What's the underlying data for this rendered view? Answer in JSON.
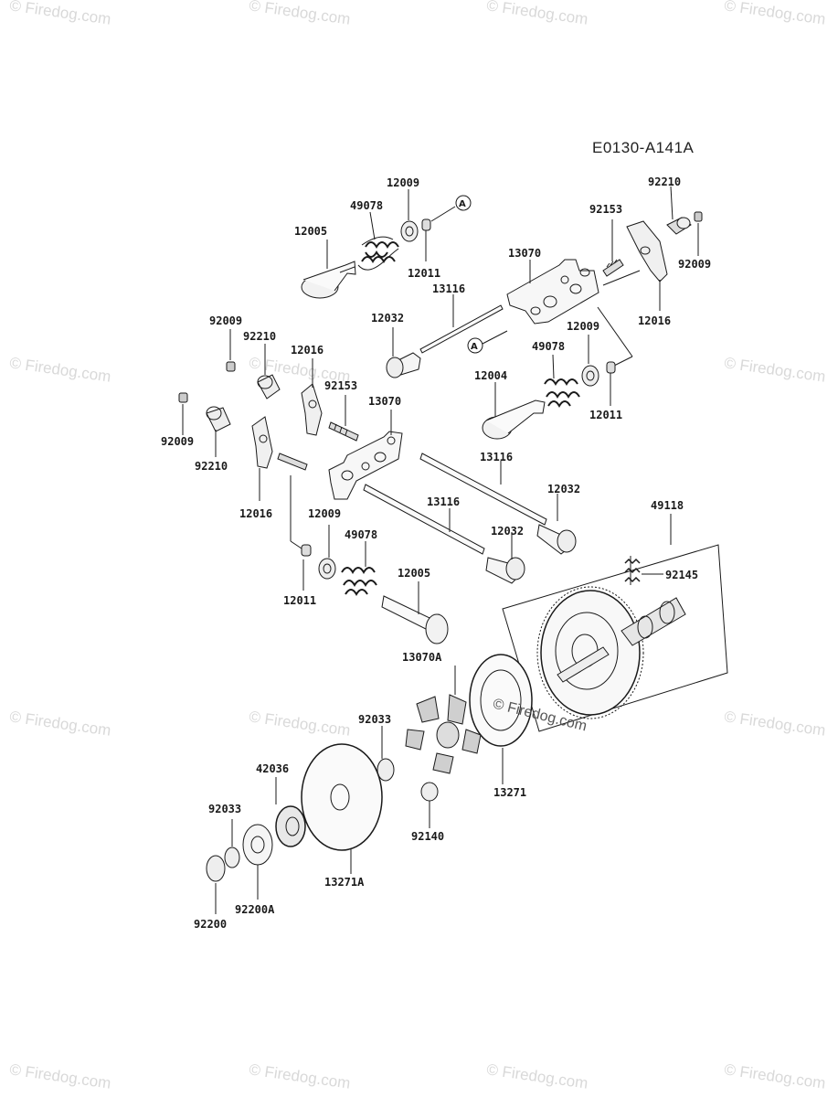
{
  "diagram_code": "E0130-A141A",
  "watermark": "© Firedog.com",
  "center_watermark": "© Firedog.com",
  "ref_marker": "A",
  "labels": {
    "l12005a": "12005",
    "l49078a": "49078",
    "l12009a": "12009",
    "l12011a": "12011",
    "l13116a": "13116",
    "l12032a": "12032",
    "l13070a": "13070",
    "l92153a": "92153",
    "l92210a": "92210",
    "l92009a": "92009",
    "l12016a": "12016",
    "l12009b": "12009",
    "l49078b": "49078",
    "l12004": "12004",
    "l12011b": "12011",
    "l92009b": "92009",
    "l92210b": "92210",
    "l12016b": "12016",
    "l92153b": "92153",
    "l13070b": "13070",
    "l92009c": "92009",
    "l92210c": "92210",
    "l12016c": "12016",
    "l13116b": "13116",
    "l12032b": "12032",
    "l12009c": "12009",
    "l49078c": "49078",
    "l13116c": "13116",
    "l12032c": "12032",
    "l12011c": "12011",
    "l12005b": "12005",
    "l49118": "49118",
    "l92145": "92145",
    "l13070A": "13070A",
    "l92033a": "92033",
    "l42036": "42036",
    "l92033b": "92033",
    "l13271": "13271",
    "l92140": "92140",
    "l13271A": "13271A",
    "l92200A": "92200A",
    "l92200": "92200"
  }
}
